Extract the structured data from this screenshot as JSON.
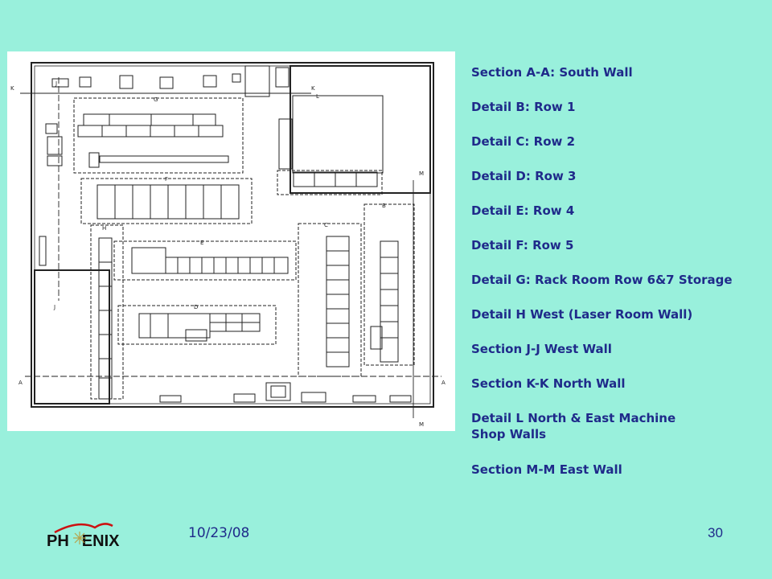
{
  "legend": {
    "items": [
      "Section A-A: South Wall",
      "Detail B: Row 1",
      "Detail C: Row 2",
      "Detail D: Row 3",
      "Detail E: Row 4",
      "Detail F: Row 5",
      "Detail G: Rack Room Row 6&7 Storage",
      "Detail H West (Laser Room Wall)",
      "Section J-J West Wall",
      "Section K-K North Wall",
      "Detail L North & East Machine\nShop Walls",
      "Section M-M East Wall"
    ]
  },
  "floorplan": {
    "marks": {
      "A": "A",
      "B": "B",
      "C": "C",
      "D": "D",
      "E": "E",
      "F": "F",
      "G": "G",
      "H": "H",
      "J": "J",
      "K": "K",
      "L": "L",
      "M": "M"
    }
  },
  "footer": {
    "date": "10/23/08",
    "page": "30",
    "logo_left": "PH",
    "logo_right": "ENIX"
  },
  "colors": {
    "background": "#99f0dc",
    "text": "#1f2a8a",
    "logo_swoosh": "#cc1111"
  }
}
